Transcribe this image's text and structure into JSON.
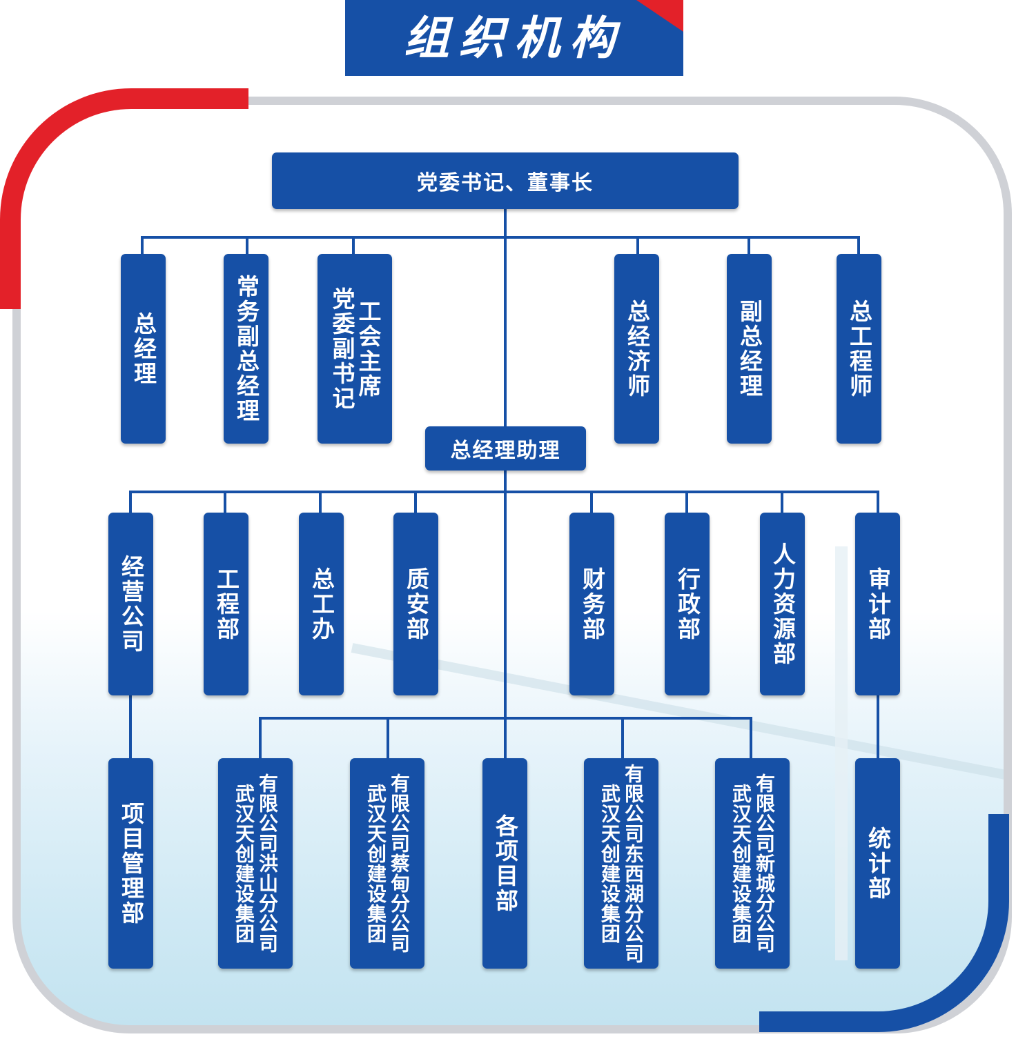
{
  "title": "组织机构",
  "top": {
    "label": "党委书记、董事长"
  },
  "level2": {
    "general_manager": "总经理",
    "executive_deputy_gm": "常务副总经理",
    "union_chair_lines": [
      "工会主席",
      "党委副书记"
    ],
    "chief_economist": "总经济师",
    "deputy_gm": "副总经理",
    "chief_engineer": "总工程师"
  },
  "assistant": {
    "label": "总经理助理"
  },
  "departments": {
    "business_company": "经营公司",
    "engineering": "工程部",
    "chief_engineer_office": "总工办",
    "quality_safety": "质安部",
    "finance": "财务部",
    "administration": "行政部",
    "human_resources": "人力资源部",
    "audit": "审计部"
  },
  "bottom": {
    "project_management": "项目管理部",
    "hongshan_lines": [
      "有限公司洪山分公司",
      "武汉天创建设集团"
    ],
    "caidian_lines": [
      "有限公司蔡甸分公司",
      "武汉天创建设集团"
    ],
    "projects": "各项目部",
    "dongxihu_lines": [
      "有限公司东西湖分公司",
      "武汉天创建设集团"
    ],
    "xincheng_lines": [
      "有限公司新城分公司",
      "武汉天创建设集团"
    ],
    "statistics": "统计部"
  },
  "colors": {
    "primary_blue": "#1650a6",
    "accent_red": "#e32129",
    "frame_gray": "#cfd1d6"
  }
}
